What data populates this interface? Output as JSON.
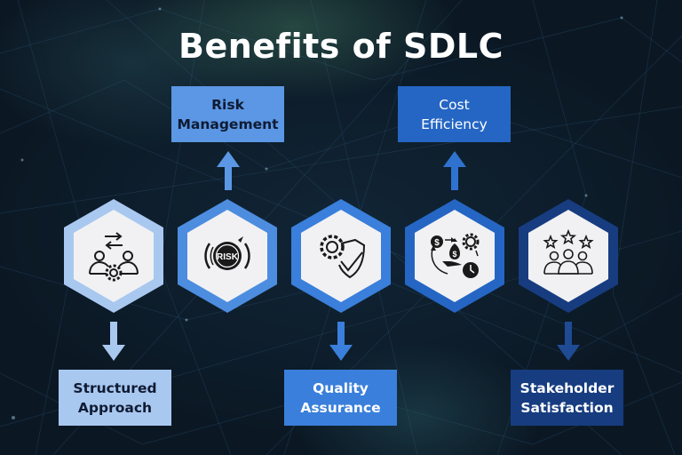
{
  "title": "Benefits of SDLC",
  "colors": {
    "background": "#0e1f2e",
    "light_blue": "#a9c8f0",
    "medium_light_blue": "#5b97e4",
    "medium_blue": "#3a7fdb",
    "deep_blue": "#2566c4",
    "dark_blue": "#173d80",
    "hex_fill": "#f1f1f3",
    "dark_text": "#0f1b33",
    "white_text": "#ffffff"
  },
  "benefits": [
    {
      "line1": "Structured",
      "line2": "Approach",
      "icon": "team-gear-exchange-icon",
      "position": "below",
      "color": "#a9c8f0",
      "text_color": "#0f1b33"
    },
    {
      "line1": "Risk",
      "line2": "Management",
      "icon": "risk-gauge-icon",
      "position": "above",
      "color": "#5b97e4",
      "text_color": "#0f1b33"
    },
    {
      "line1": "Quality",
      "line2": "Assurance",
      "icon": "gear-shield-check-icon",
      "position": "below",
      "color": "#3a7fdb",
      "text_color": "#ffffff"
    },
    {
      "line1": "Cost",
      "line2": "Efficiency",
      "icon": "money-cycle-icon",
      "position": "above",
      "color": "#2566c4",
      "text_color": "#ffffff"
    },
    {
      "line1": "Stakeholder",
      "line2": "Satisfaction",
      "icon": "team-stars-icon",
      "position": "below",
      "color": "#173d80",
      "text_color": "#ffffff"
    }
  ]
}
